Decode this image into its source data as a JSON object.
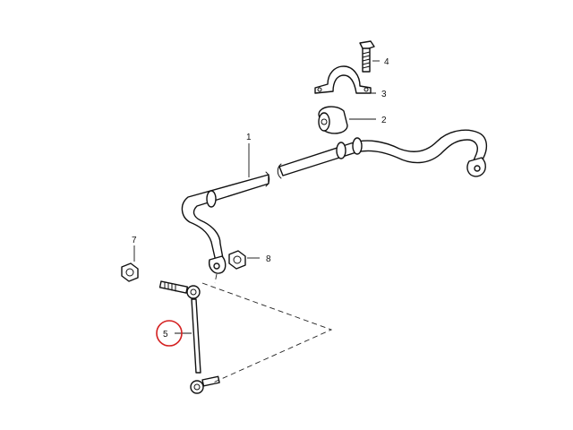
{
  "callouts": [
    {
      "id": "1",
      "label": "1"
    },
    {
      "id": "2",
      "label": "2"
    },
    {
      "id": "3",
      "label": "3"
    },
    {
      "id": "4",
      "label": "4"
    },
    {
      "id": "5",
      "label": "5"
    },
    {
      "id": "7",
      "label": "7"
    },
    {
      "id": "8",
      "label": "8"
    }
  ],
  "highlight": {
    "callout": "5",
    "color": "#d42020"
  }
}
